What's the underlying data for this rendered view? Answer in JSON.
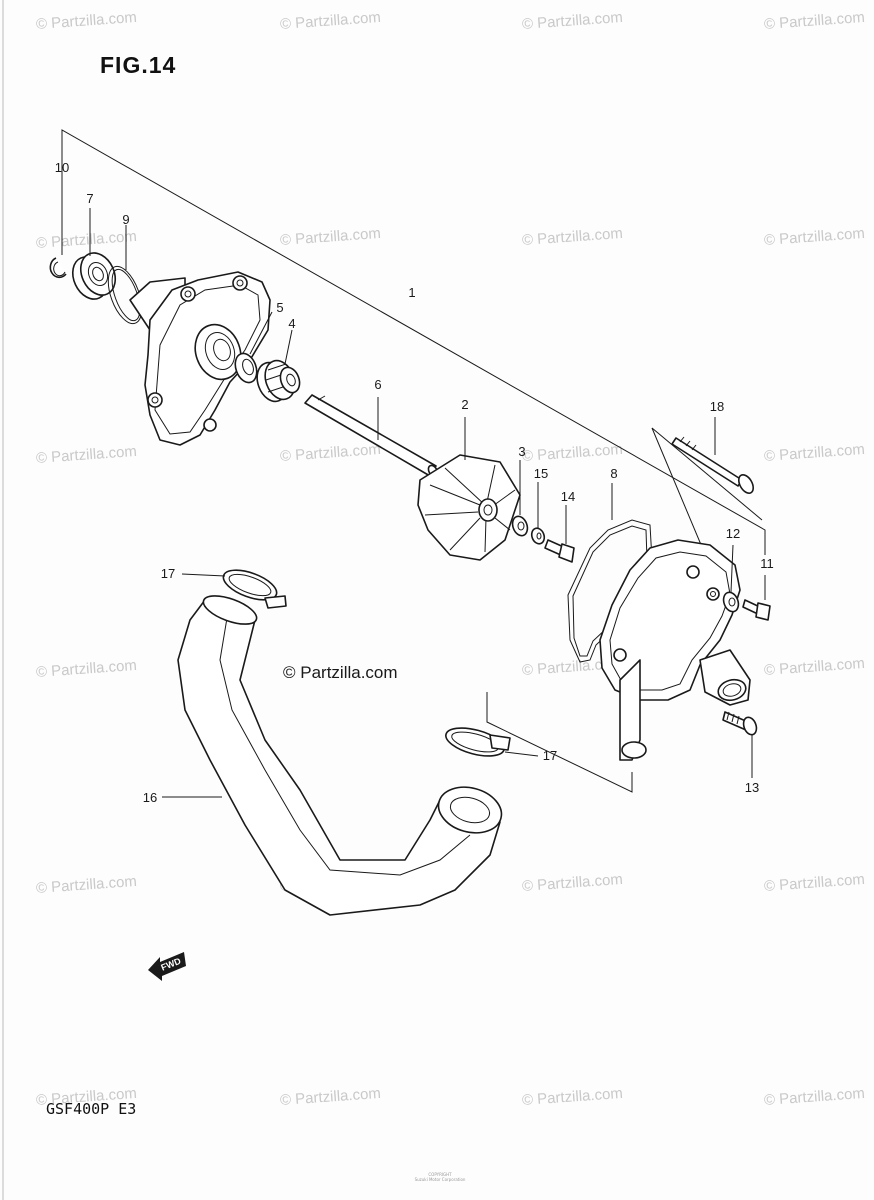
{
  "figure": {
    "title": "FIG.14",
    "model_code": "GSF400P E3"
  },
  "watermark": {
    "text": "© Partzilla.com",
    "center_text": "© Partzilla.com"
  },
  "fwd_label": "FWD",
  "fine_print": [
    "COPYRIGHT",
    "Suzuki Motor Corporation"
  ],
  "callouts": {
    "c1": "1",
    "c2": "2",
    "c3": "3",
    "c4": "4",
    "c5": "5",
    "c6": "6",
    "c7": "7",
    "c8": "8",
    "c9": "9",
    "c10": "10",
    "c11": "11",
    "c12": "12",
    "c13": "13",
    "c14": "14",
    "c15": "15",
    "c16": "16",
    "c17a": "17",
    "c17b": "17",
    "c18": "18"
  }
}
